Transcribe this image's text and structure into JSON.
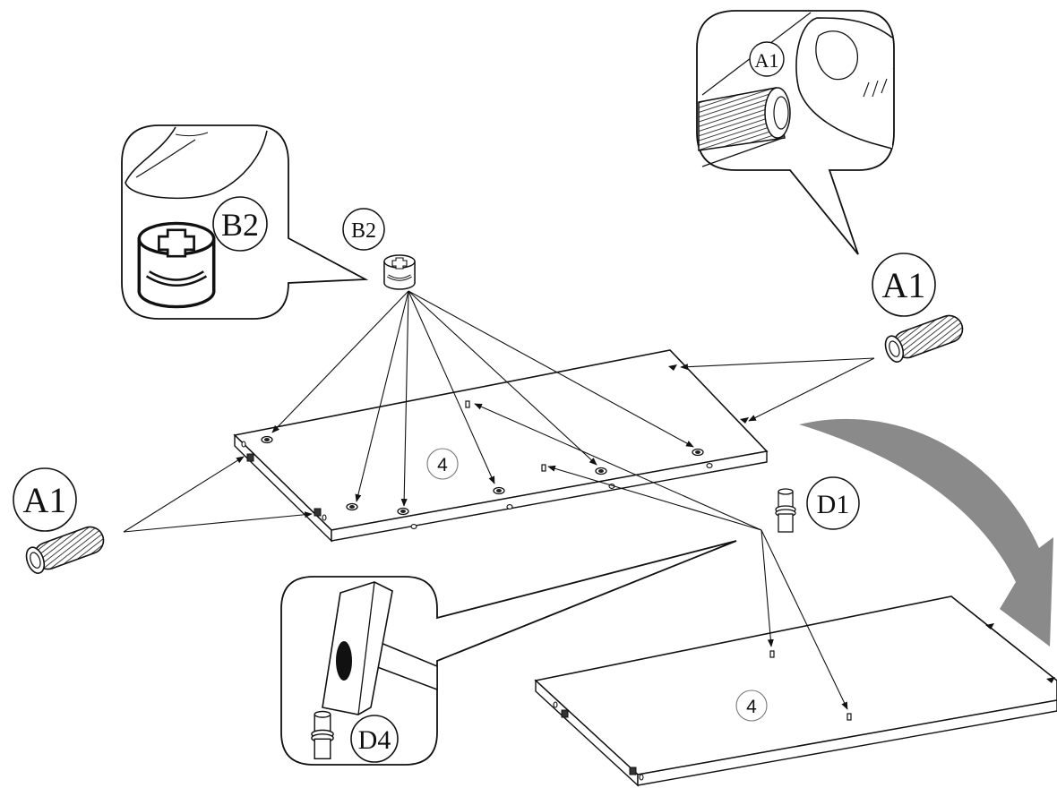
{
  "colors": {
    "line": "#111111",
    "paper": "#ffffff",
    "arrow_fill": "#8a8a8a",
    "panel_hole": "#222222"
  },
  "icons": [
    "cam-lock-icon",
    "wooden-dowel-icon",
    "fingertip-icon",
    "hammer-icon",
    "pin-icon",
    "rotate-arrow-icon"
  ],
  "parts": {
    "a1": "A1",
    "b2": "B2",
    "d1": "D1",
    "d4": "D4"
  },
  "panels": {
    "top_panel": "4",
    "bottom_panel": "4"
  },
  "callouts": {
    "a1_detail": "A1",
    "b2_detail": "B2",
    "d4_detail": "D4"
  }
}
